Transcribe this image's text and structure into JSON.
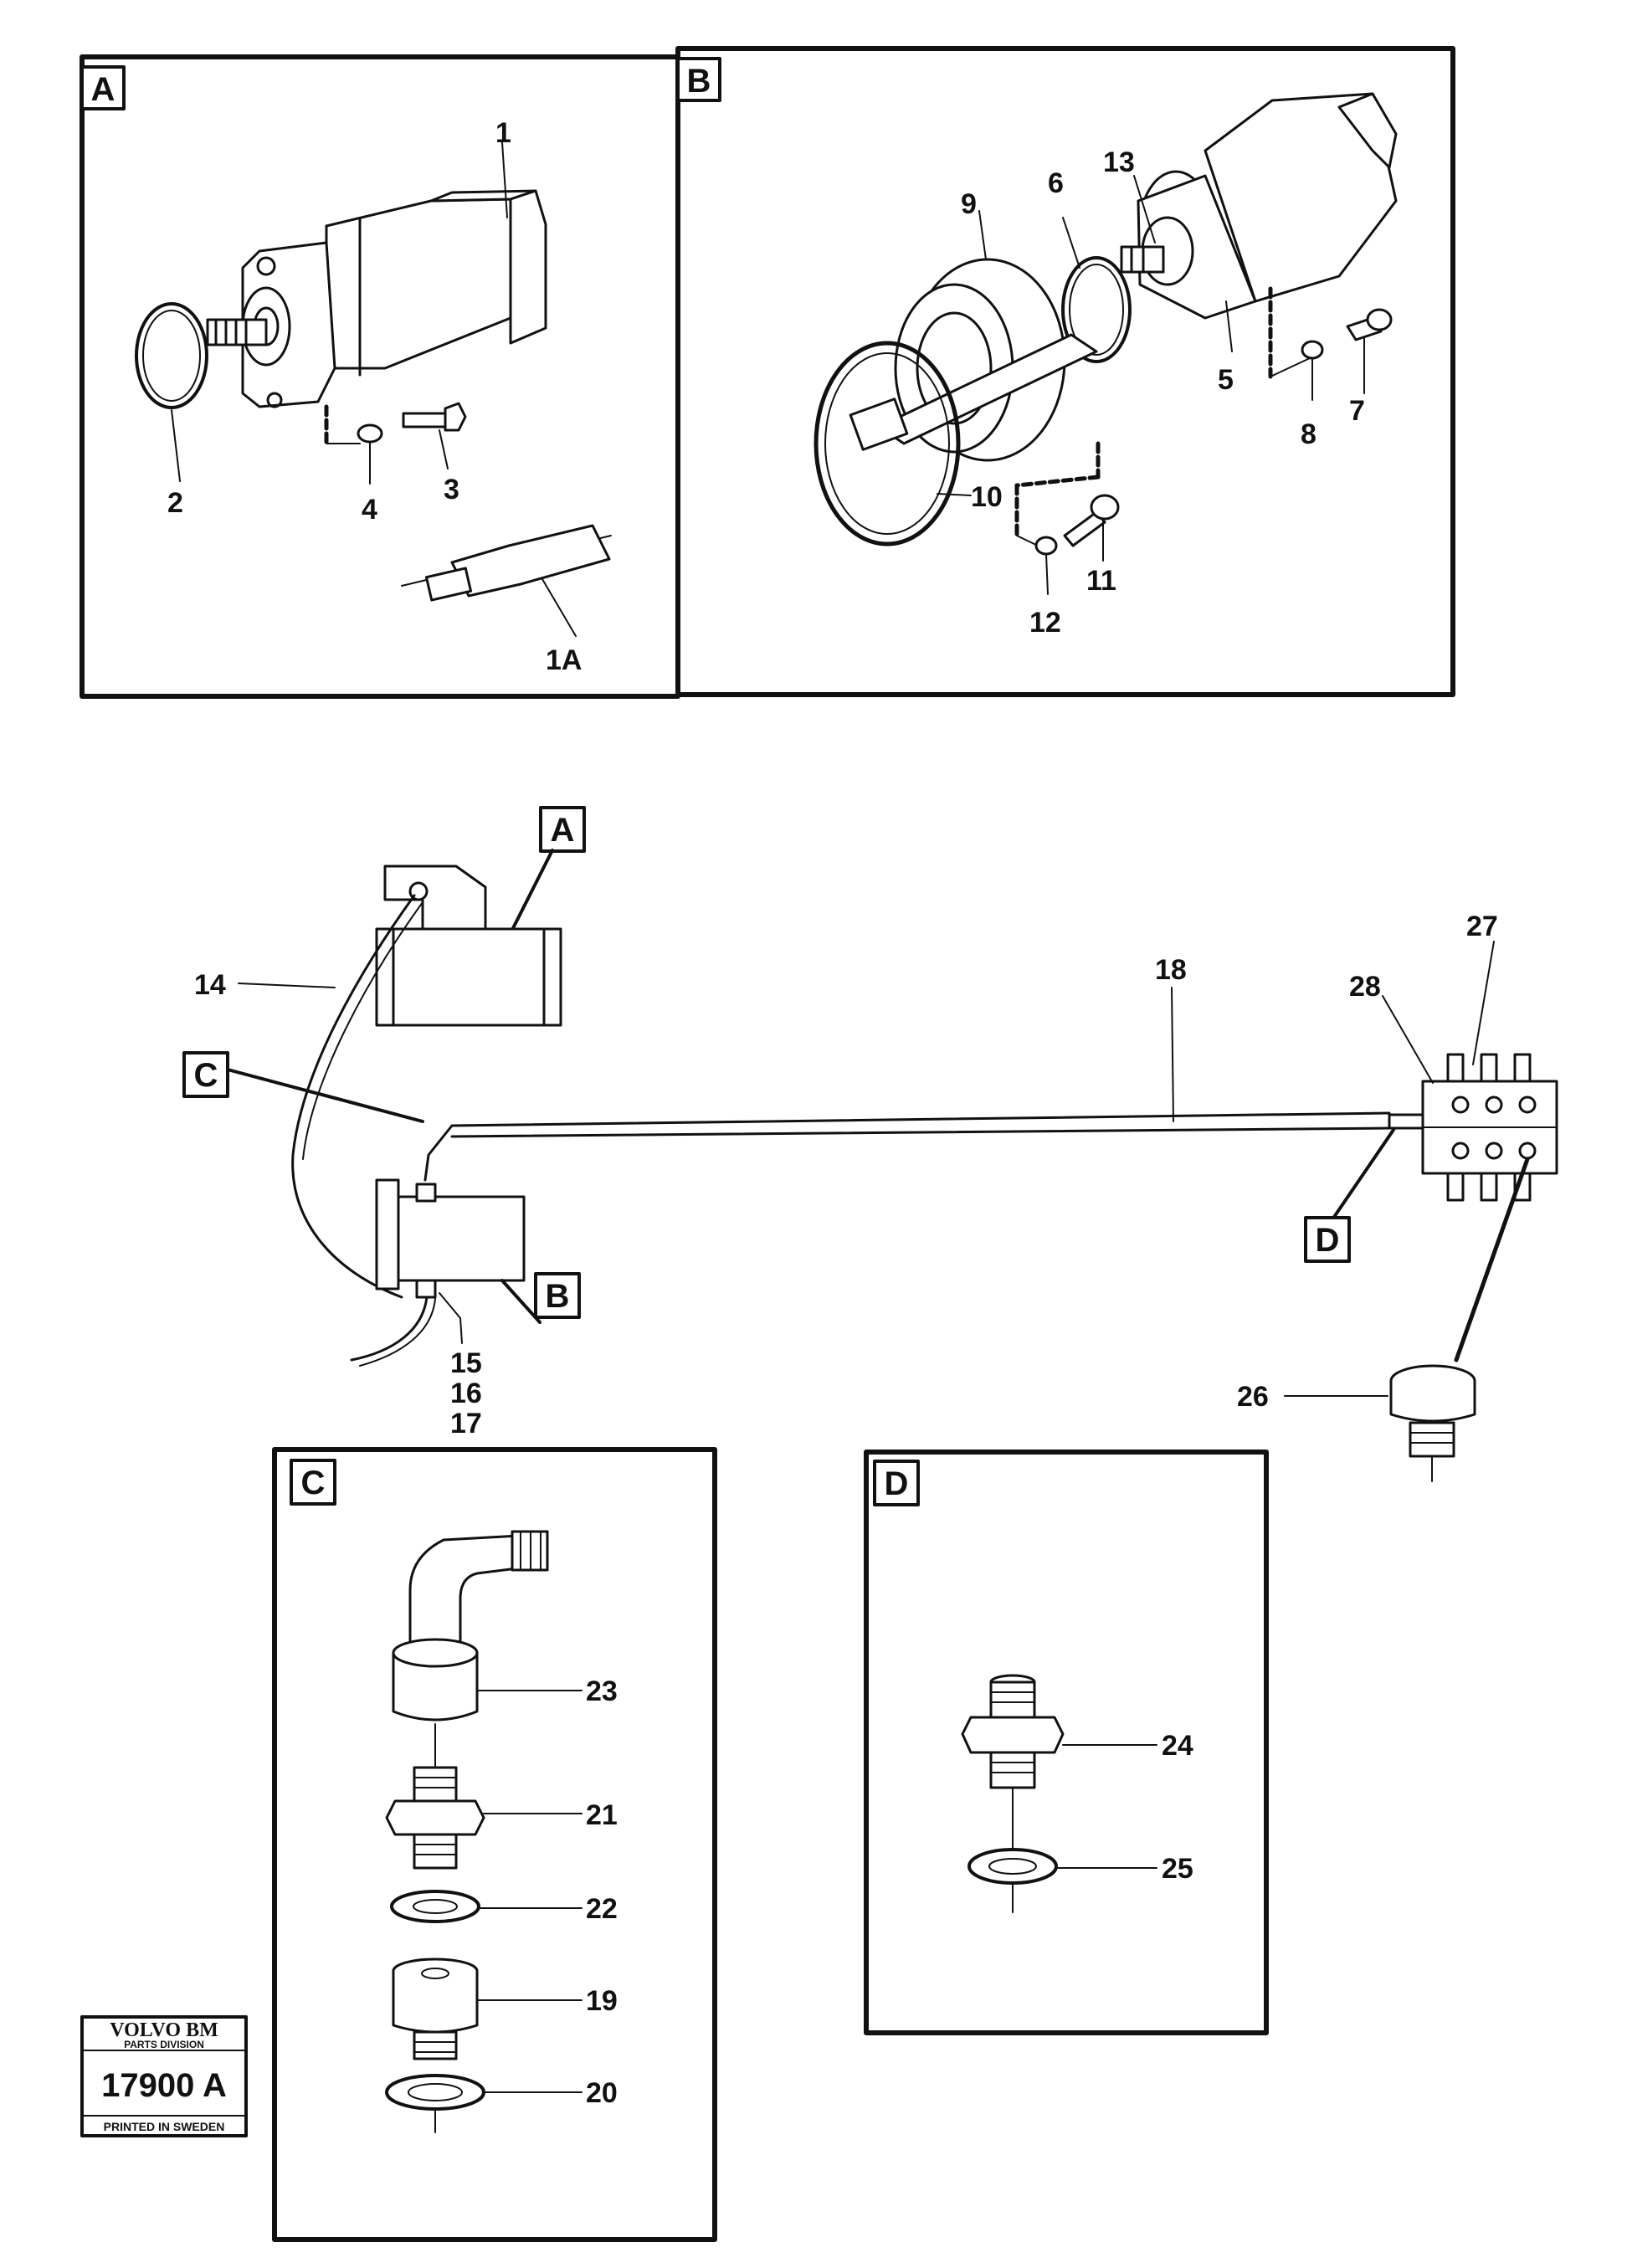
{
  "panels": {
    "A": {
      "letter": "A"
    },
    "B": {
      "letter": "B"
    },
    "C": {
      "letter": "C"
    },
    "D": {
      "letter": "D"
    }
  },
  "callouts": {
    "A": "A",
    "B": "B",
    "C": "C",
    "D": "D"
  },
  "labels": {
    "p1": "1",
    "p1A": "1A",
    "p2": "2",
    "p3": "3",
    "p4": "4",
    "p5": "5",
    "p6": "6",
    "p7": "7",
    "p8": "8",
    "p9": "9",
    "p10": "10",
    "p11": "11",
    "p12": "12",
    "p13": "13",
    "p14": "14",
    "p15": "15",
    "p16": "16",
    "p17": "17",
    "p18": "18",
    "p19": "19",
    "p20": "20",
    "p21": "21",
    "p22": "22",
    "p23": "23",
    "p24": "24",
    "p25": "25",
    "p26": "26",
    "p27": "27",
    "p28": "28"
  },
  "stamp": {
    "brand": "VOLVO BM",
    "division": "PARTS DIVISION",
    "number": "17900 A",
    "printed": "PRINTED IN SWEDEN"
  }
}
